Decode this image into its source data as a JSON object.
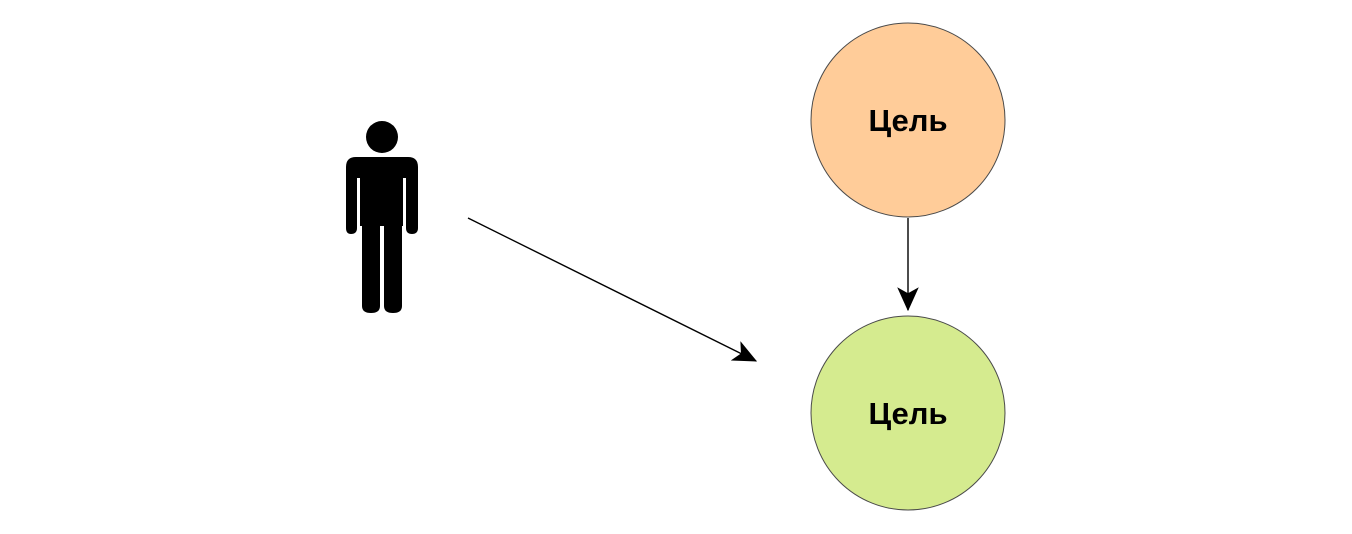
{
  "diagram": {
    "icons": {
      "person": "person-icon"
    },
    "nodes": [
      {
        "id": "goal-top",
        "label": "Цель",
        "fill": "#FFCC99",
        "stroke": "#4a4a4a"
      },
      {
        "id": "goal-bottom",
        "label": "Цель",
        "fill": "#D5EB8F",
        "stroke": "#4a4a4a"
      }
    ],
    "edges": [
      {
        "from": "person",
        "to": "goal-bottom"
      },
      {
        "from": "goal-top",
        "to": "goal-bottom"
      }
    ],
    "colors": {
      "person": "#000000",
      "arrow": "#000000",
      "background": "#ffffff"
    }
  }
}
